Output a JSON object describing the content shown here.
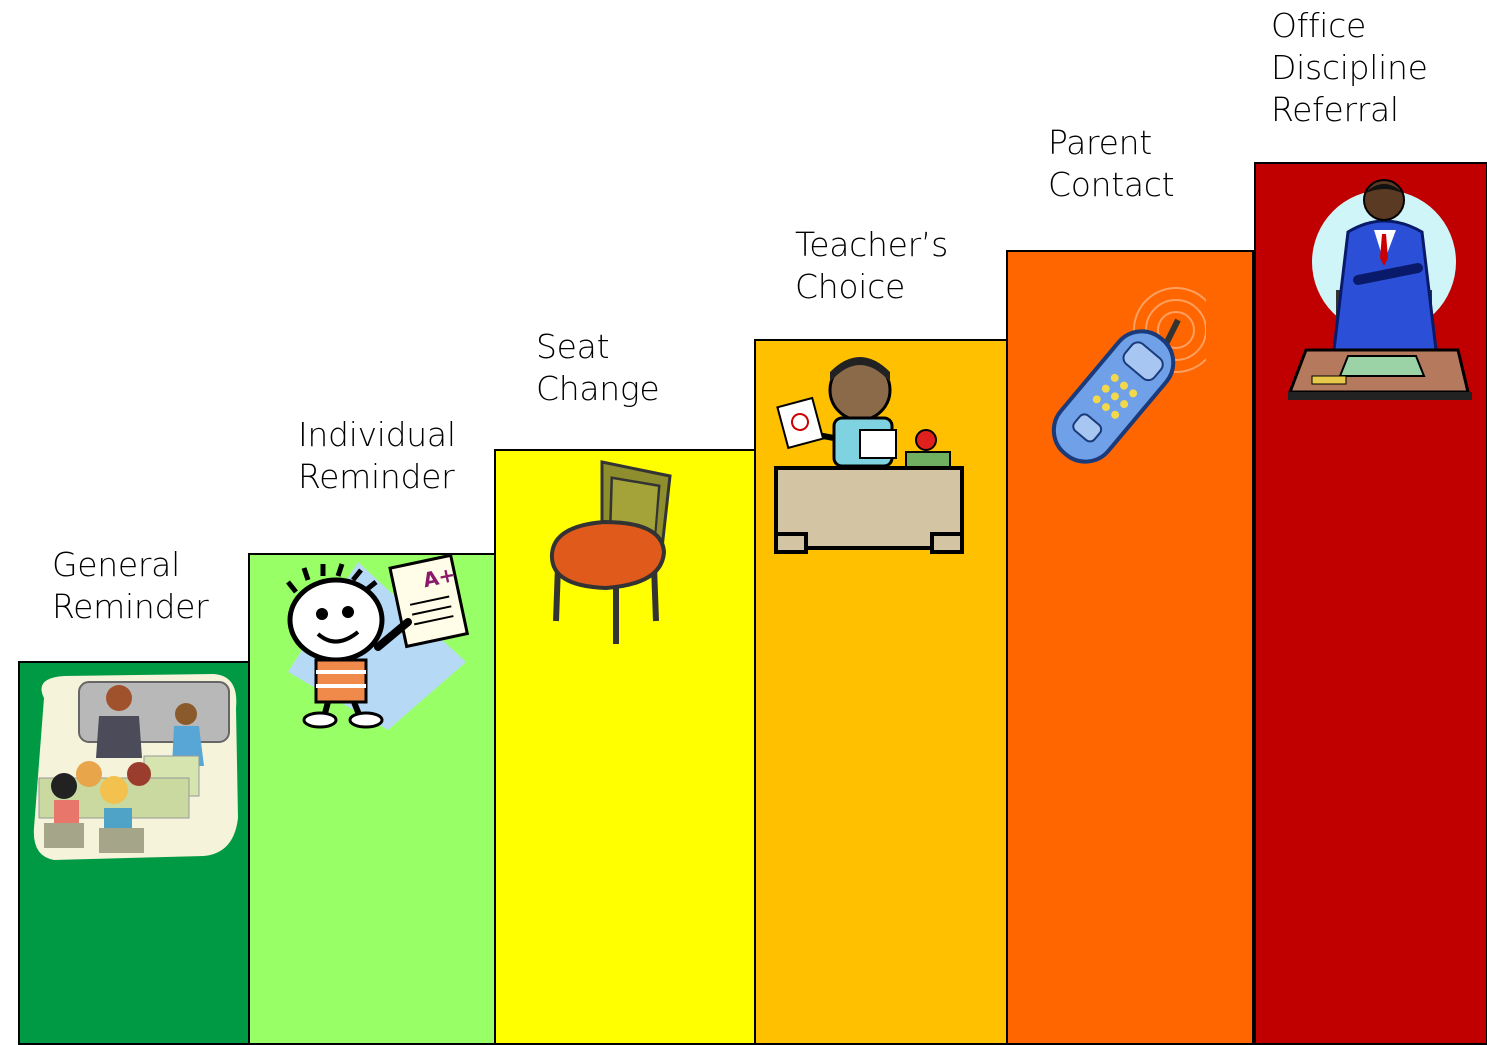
{
  "steps": [
    {
      "lines": [
        "General",
        "Reminder"
      ],
      "color": "#009A44",
      "icon": "classroom-icon"
    },
    {
      "lines": [
        "Individual",
        "Reminder"
      ],
      "color": "#99FF66",
      "icon": "student-with-paper-icon"
    },
    {
      "lines": [
        "Seat",
        "Change"
      ],
      "color": "#FFFF00",
      "icon": "chair-icon"
    },
    {
      "lines": [
        "Teacher’s",
        "Choice"
      ],
      "color": "#FFC000",
      "icon": "teacher-at-desk-icon"
    },
    {
      "lines": [
        "Parent",
        "Contact"
      ],
      "color": "#FF6600",
      "icon": "phone-icon"
    },
    {
      "lines": [
        "Office",
        "Discipline",
        "Referral"
      ],
      "color": "#C00000",
      "icon": "principal-icon"
    }
  ],
  "paper_grade": "A+"
}
